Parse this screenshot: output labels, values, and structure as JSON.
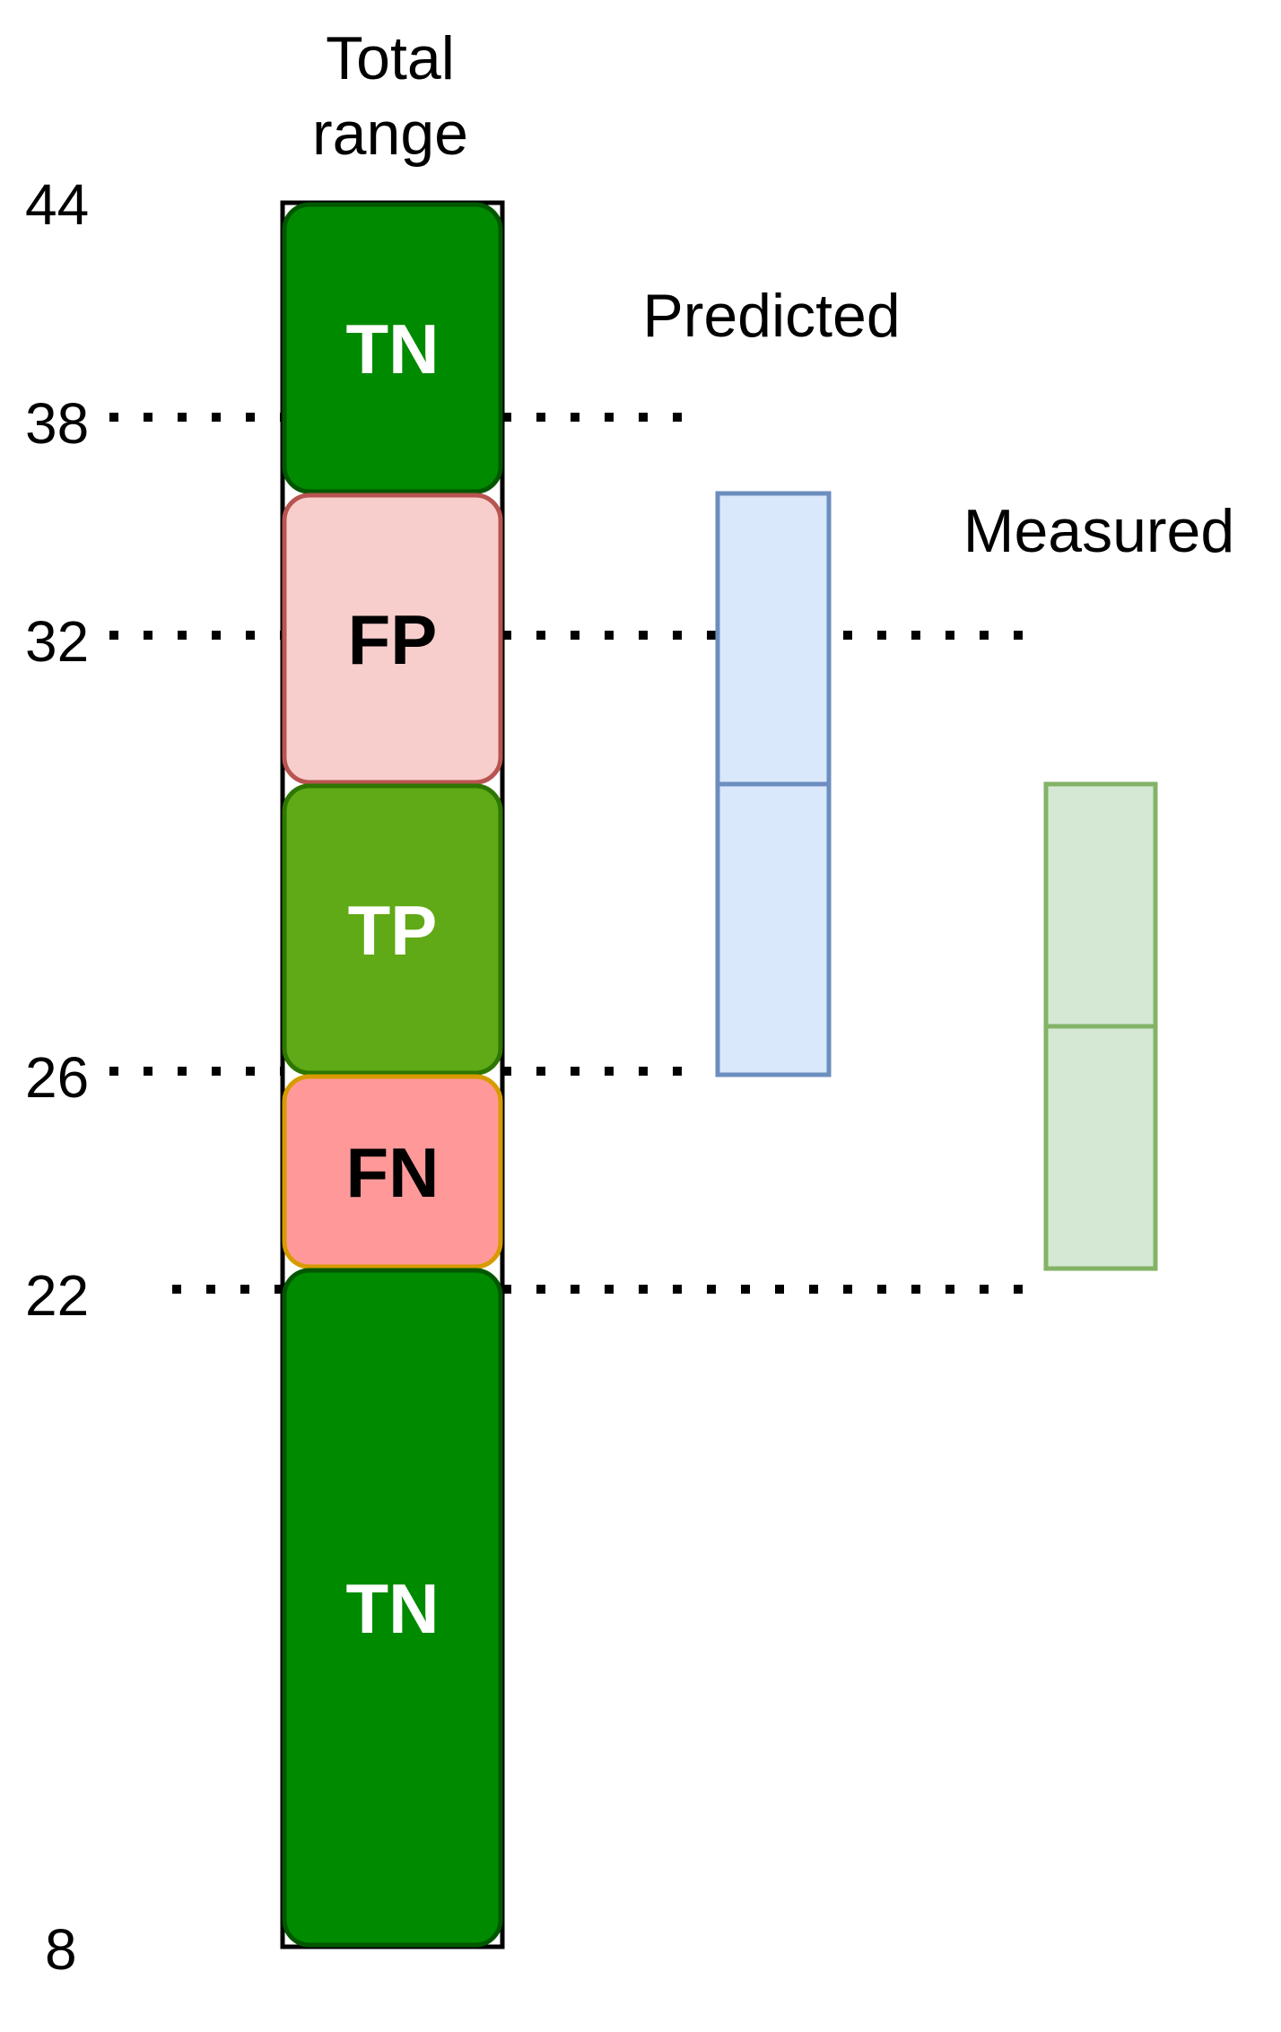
{
  "header": {
    "title_line1": "Total",
    "title_line2": "range"
  },
  "axis": {
    "min": 8,
    "max": 44,
    "ticks": [
      "44",
      "38",
      "32",
      "26",
      "22",
      "8"
    ]
  },
  "segments": [
    {
      "label": "TN",
      "from": 38,
      "to": 44,
      "fill": "#008a00",
      "stroke": "#005700",
      "text_color": "#ffffff"
    },
    {
      "label": "FP",
      "from": 32,
      "to": 38,
      "fill": "#f8cecc",
      "stroke": "#b85450",
      "text_color": "#000000"
    },
    {
      "label": "TP",
      "from": 26,
      "to": 32,
      "fill": "#60a917",
      "stroke": "#2d7600",
      "text_color": "#ffffff"
    },
    {
      "label": "FN",
      "from": 22,
      "to": 26,
      "fill": "#ff9999",
      "stroke": "#d79b00",
      "text_color": "#000000"
    },
    {
      "label": "TN",
      "from": 8,
      "to": 22,
      "fill": "#008a00",
      "stroke": "#005700",
      "text_color": "#ffffff"
    }
  ],
  "ranges": {
    "predicted": {
      "label": "Predicted",
      "from": 26,
      "to": 38,
      "divider": 32,
      "fill": "#dae8fc",
      "stroke": "#6c8ebf"
    },
    "measured": {
      "label": "Measured",
      "from": 22,
      "to": 32,
      "divider": 27,
      "fill": "#d5e8d4",
      "stroke": "#82b366"
    }
  }
}
